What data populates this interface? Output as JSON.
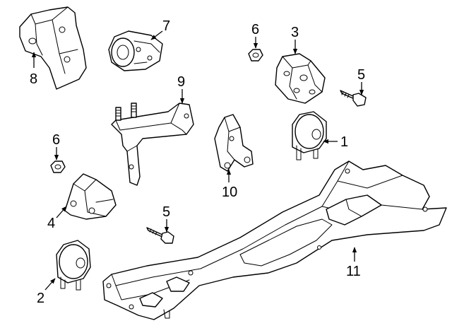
{
  "callouts": {
    "p1": "1",
    "p2": "2",
    "p3": "3",
    "p4": "4",
    "p5a": "5",
    "p5b": "5",
    "p6a": "6",
    "p6b": "6",
    "p7": "7",
    "p8": "8",
    "p9": "9",
    "p10": "10",
    "p11": "11"
  }
}
